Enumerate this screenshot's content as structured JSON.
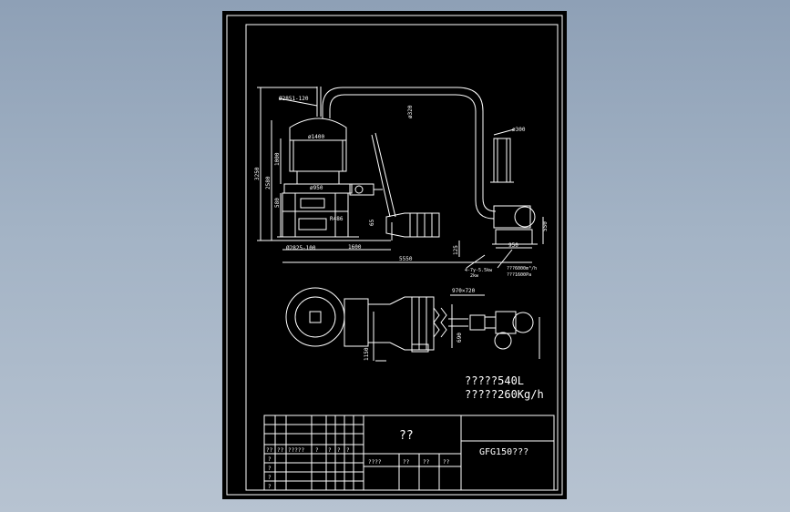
{
  "colors": {
    "background": "#9aaabd",
    "sheet": "#000000",
    "lines": "#ffffff"
  },
  "dimensions": {
    "inlet": "Ø2851-120",
    "duct_dia": "ø320",
    "fan_dia": "ø300",
    "overall_h": "3250",
    "h2": "2580",
    "h3": "1000",
    "vessel_dia": "ø1400",
    "h4": "580",
    "base_dia": "ø950",
    "r": "R486",
    "small": "65",
    "outlet": "Ø2825-100",
    "w1": "1600",
    "h5": "125",
    "total_w": "5550",
    "fan_h": "550",
    "fan_w": "950",
    "plan_w": "970×720",
    "plan_h": "690",
    "plan_depth": "1150"
  },
  "notes": {
    "motor": "4-7y-5.5kw",
    "motor_2": "2kw",
    "air": "???6000m³/h",
    "air_2": "???1600Pa"
  },
  "specs": {
    "line1": "?????540L",
    "line2": "?????260Kg/h"
  },
  "title_block": {
    "title": "??",
    "model": "GFG150???",
    "header_row": [
      "??",
      "??",
      "?????",
      "?",
      "?",
      "?",
      "?"
    ],
    "row_marks": [
      "?",
      "?",
      "?",
      "?"
    ],
    "sub_labels": [
      "????",
      "??",
      "??",
      "??"
    ]
  }
}
